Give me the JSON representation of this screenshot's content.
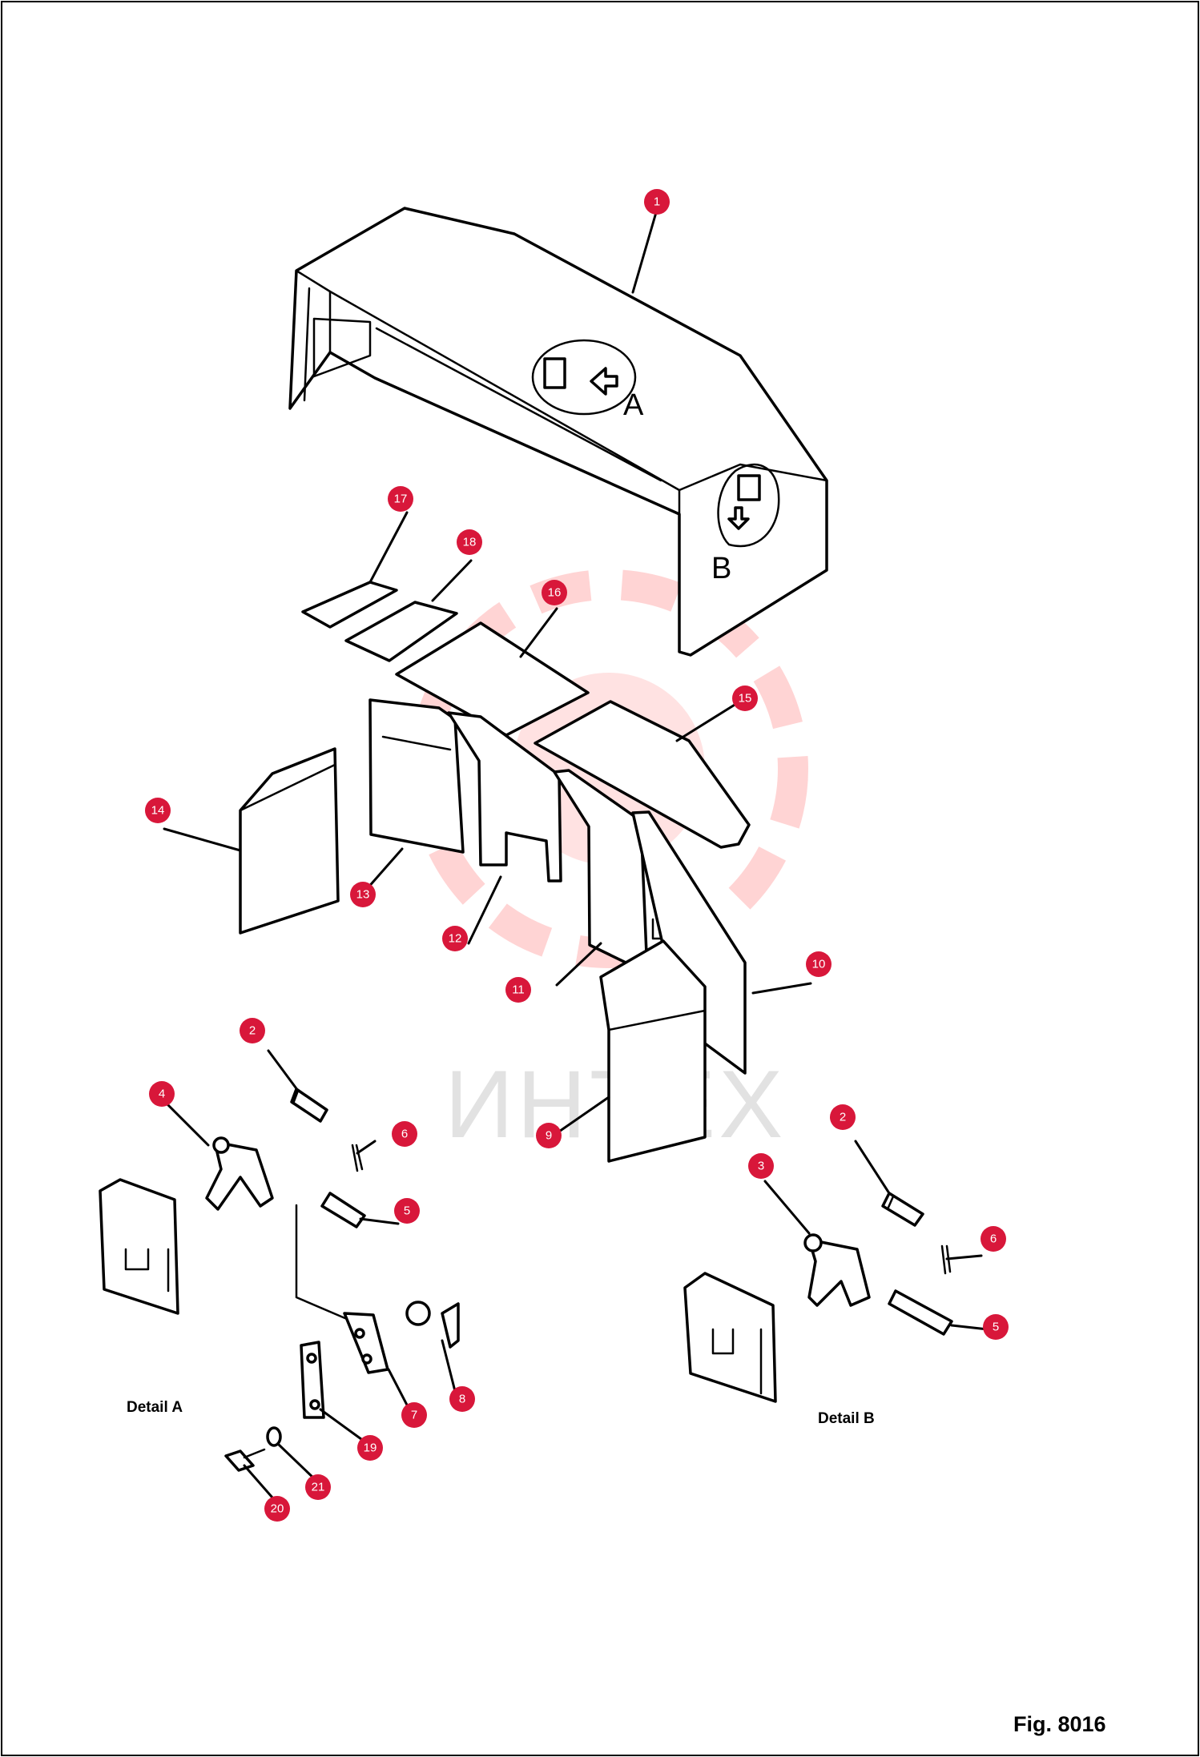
{
  "figure_label": "Fig. 8016",
  "detail_labels": {
    "a": "Detail A",
    "b": "Detail B"
  },
  "view_markers": {
    "a": "A",
    "b": "B"
  },
  "watermark": {
    "text": "ИНТЕХ"
  },
  "colors": {
    "callout": "#d8173a",
    "line": "#000000",
    "watermark_gear": "#ffc9c9"
  },
  "callouts": [
    "1",
    "17",
    "18",
    "16",
    "15",
    "14",
    "13",
    "12",
    "11",
    "10",
    "9",
    "2",
    "4",
    "6",
    "5",
    "8",
    "7",
    "19",
    "20",
    "21",
    "2",
    "3",
    "6",
    "5"
  ]
}
